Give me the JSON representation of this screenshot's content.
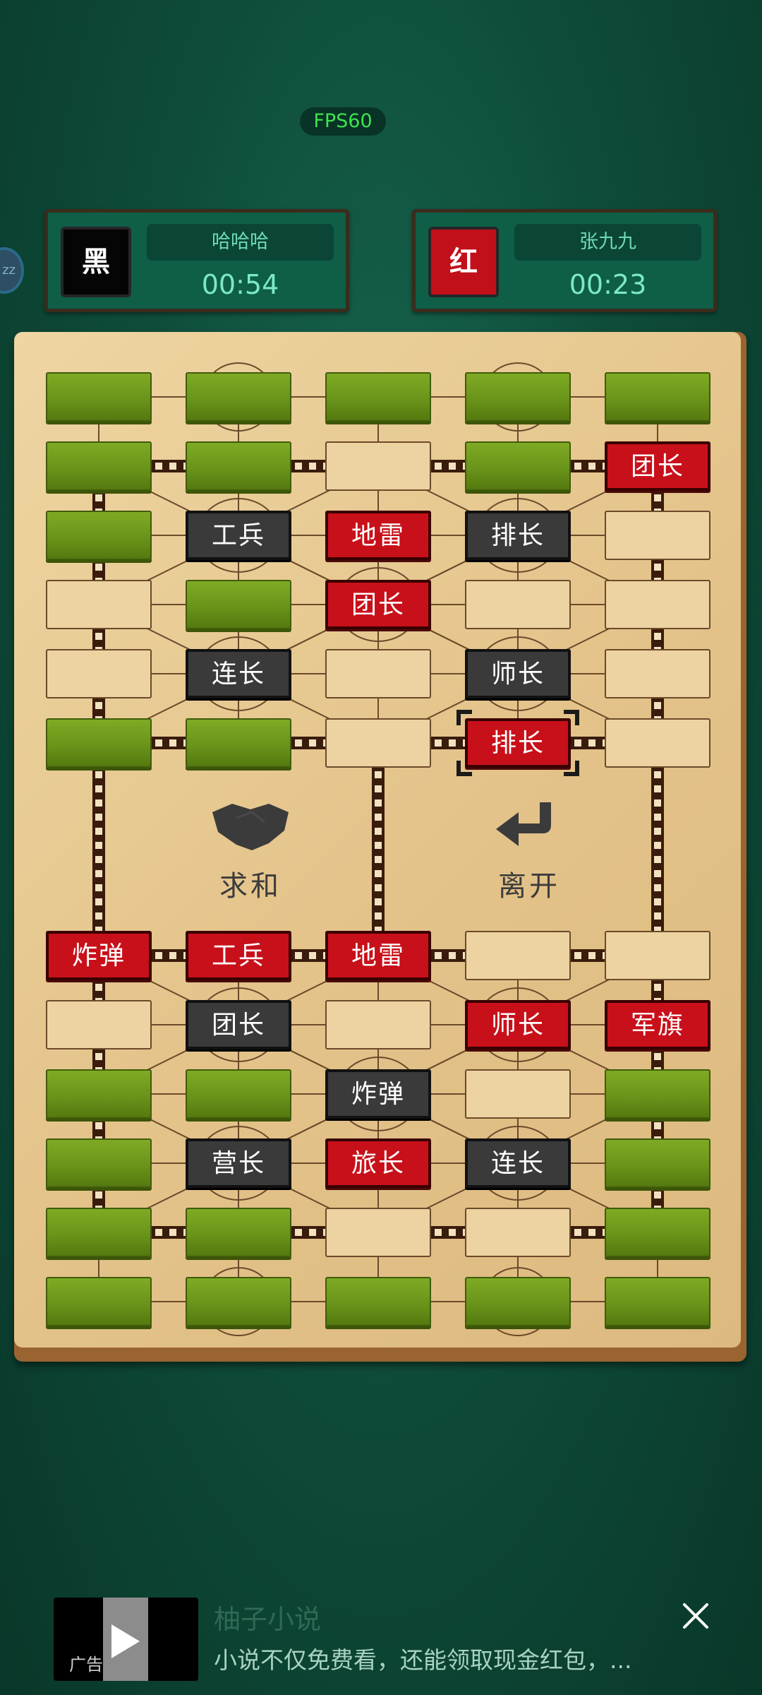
{
  "status": {
    "fps": "FPS60"
  },
  "side_bubble": "zz",
  "players": {
    "black": {
      "color_label": "黑",
      "name": "哈哈哈",
      "timer": "00:54"
    },
    "red": {
      "color_label": "红",
      "name": "张九九",
      "timer": "00:23"
    }
  },
  "actions": {
    "draw_label": "求和",
    "leave_label": "离开"
  },
  "colors": {
    "red_piece": "#c8101a",
    "dark_piece": "#3a3a3a",
    "hidden_piece": "#6a941a",
    "felt": "#0f4d3b"
  },
  "board": {
    "cells": [
      [
        "hidden",
        "hidden",
        "hidden",
        "hidden",
        "hidden"
      ],
      [
        "hidden",
        "hidden",
        "empty",
        "hidden",
        {
          "side": "red",
          "label": "团长"
        }
      ],
      [
        "hidden",
        {
          "side": "dark",
          "label": "工兵"
        },
        {
          "side": "red",
          "label": "地雷"
        },
        {
          "side": "dark",
          "label": "排长"
        },
        "empty"
      ],
      [
        "empty",
        "hidden",
        {
          "side": "red",
          "label": "团长"
        },
        "empty",
        "empty"
      ],
      [
        "empty",
        {
          "side": "dark",
          "label": "连长"
        },
        "empty",
        {
          "side": "dark",
          "label": "师长"
        },
        "empty"
      ],
      [
        "hidden",
        "hidden",
        "empty",
        {
          "side": "red",
          "label": "排长",
          "selected": true
        },
        "empty"
      ],
      [
        {
          "side": "red",
          "label": "炸弹"
        },
        {
          "side": "red",
          "label": "工兵"
        },
        {
          "side": "red",
          "label": "地雷"
        },
        "empty",
        "empty"
      ],
      [
        "empty",
        {
          "side": "dark",
          "label": "团长"
        },
        "empty",
        {
          "side": "red",
          "label": "师长"
        },
        {
          "side": "red",
          "label": "军旗"
        }
      ],
      [
        "hidden",
        "hidden",
        {
          "side": "dark",
          "label": "炸弹"
        },
        "empty",
        "hidden"
      ],
      [
        "hidden",
        {
          "side": "dark",
          "label": "营长"
        },
        {
          "side": "red",
          "label": "旅长"
        },
        {
          "side": "dark",
          "label": "连长"
        },
        "hidden"
      ],
      [
        "hidden",
        "hidden",
        "empty",
        "empty",
        "hidden"
      ],
      [
        "hidden",
        "hidden",
        "hidden",
        "hidden",
        "hidden"
      ]
    ]
  },
  "ad": {
    "badge": "广告",
    "title": "柚子小说",
    "description": "小说不仅免费看，还能领取现金红包，..."
  }
}
